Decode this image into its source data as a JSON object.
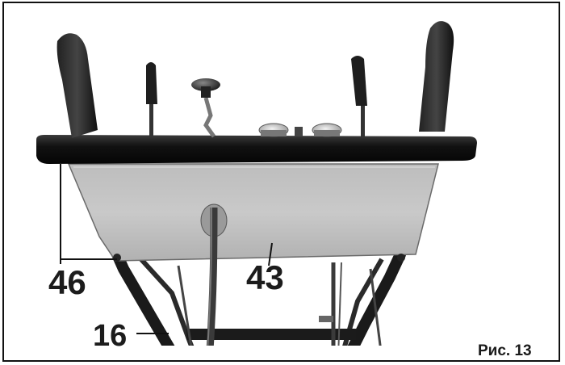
{
  "figure": {
    "callouts": {
      "label_46": "46",
      "label_43": "43",
      "label_16": "16"
    },
    "caption": "Рис. 13"
  }
}
